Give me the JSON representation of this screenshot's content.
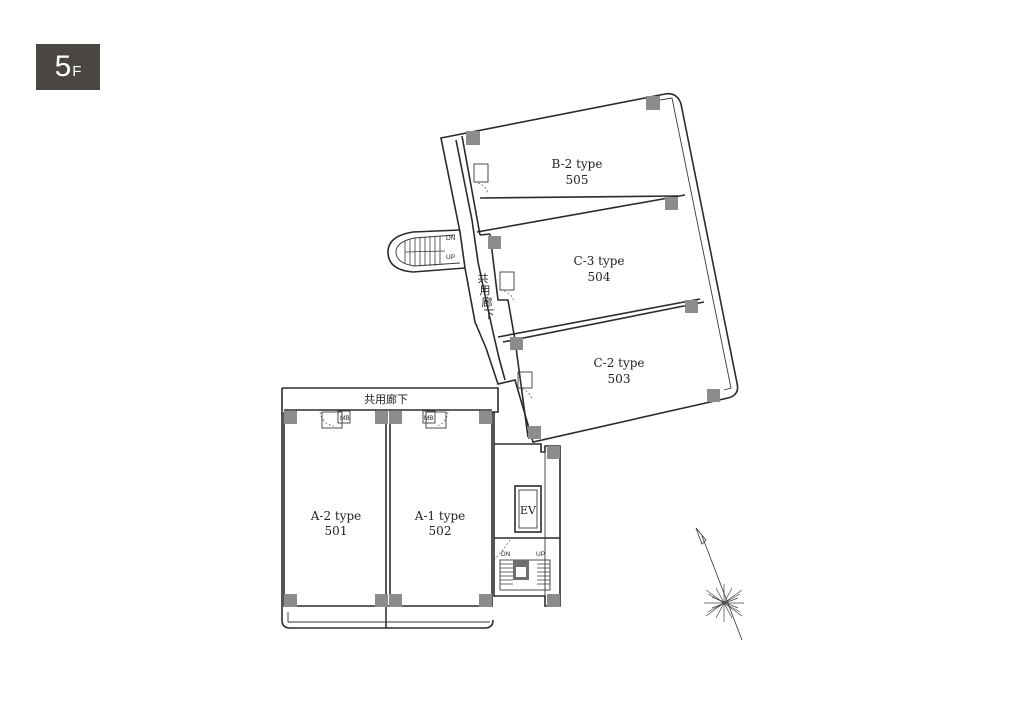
{
  "floor": {
    "number": "5",
    "suffix": "F"
  },
  "units": [
    {
      "id": "unit-505",
      "type": "B-2 type",
      "number": "505"
    },
    {
      "id": "unit-504",
      "type": "C-3 type",
      "number": "504"
    },
    {
      "id": "unit-503",
      "type": "C-2 type",
      "number": "503"
    },
    {
      "id": "unit-501",
      "type": "A-2 type",
      "number": "501"
    },
    {
      "id": "unit-502",
      "type": "A-1 type",
      "number": "502"
    }
  ],
  "corridor": {
    "horizontal_label": "共用廊下",
    "vertical_chars": [
      "共",
      "用",
      "廊",
      "下"
    ]
  },
  "elevator": {
    "label": "EV"
  },
  "meter_box": {
    "label": "MB"
  },
  "stairs": {
    "down": "DN",
    "up": "UP"
  },
  "colors": {
    "badge_bg": "#4a4743",
    "wall": "#2b2b2b",
    "column": "#8c8c8c"
  }
}
